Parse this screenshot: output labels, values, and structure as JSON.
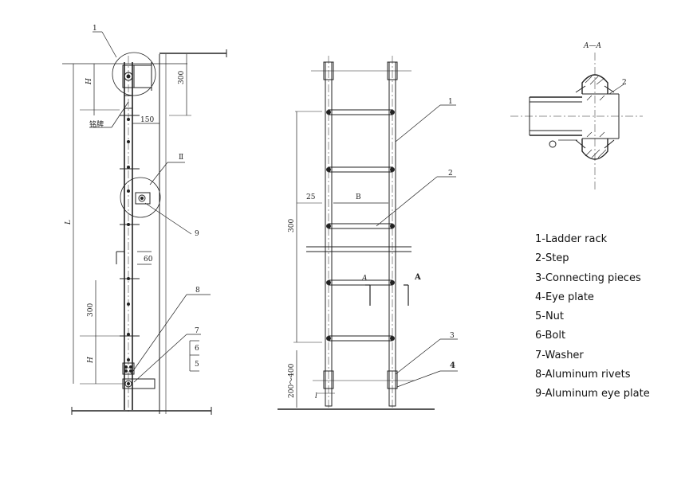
{
  "views": {
    "side": {
      "callout_1": "1",
      "callout_II": "Ⅱ",
      "callout_9": "9",
      "callout_8": "8",
      "callout_7": "7",
      "callout_6": "6",
      "callout_5": "5",
      "dim_H_top": "H",
      "dim_300_top": "300",
      "dim_150": "150",
      "nameplate": "铭牌",
      "dim_L": "L",
      "dim_60": "60",
      "dim_300_bottom": "300",
      "dim_H_bottom": "H"
    },
    "front": {
      "callout_1": "1",
      "callout_2": "2",
      "callout_3": "3",
      "callout_4": "4",
      "dim_25": "25",
      "dim_B": "B",
      "dim_300": "300",
      "section_A_left": "A",
      "section_A_right": "A",
      "dim_200_400": "200～400",
      "dim_l": "l"
    },
    "section": {
      "title": "A—A",
      "callout_2": "2"
    }
  },
  "legend": [
    "1-Ladder rack",
    "2-Step",
    "3-Connecting pieces",
    "4-Eye plate",
    "5-Nut",
    "6-Bolt",
    "7-Washer",
    "8-Aluminum rivets",
    "9-Aluminum eye plate"
  ]
}
